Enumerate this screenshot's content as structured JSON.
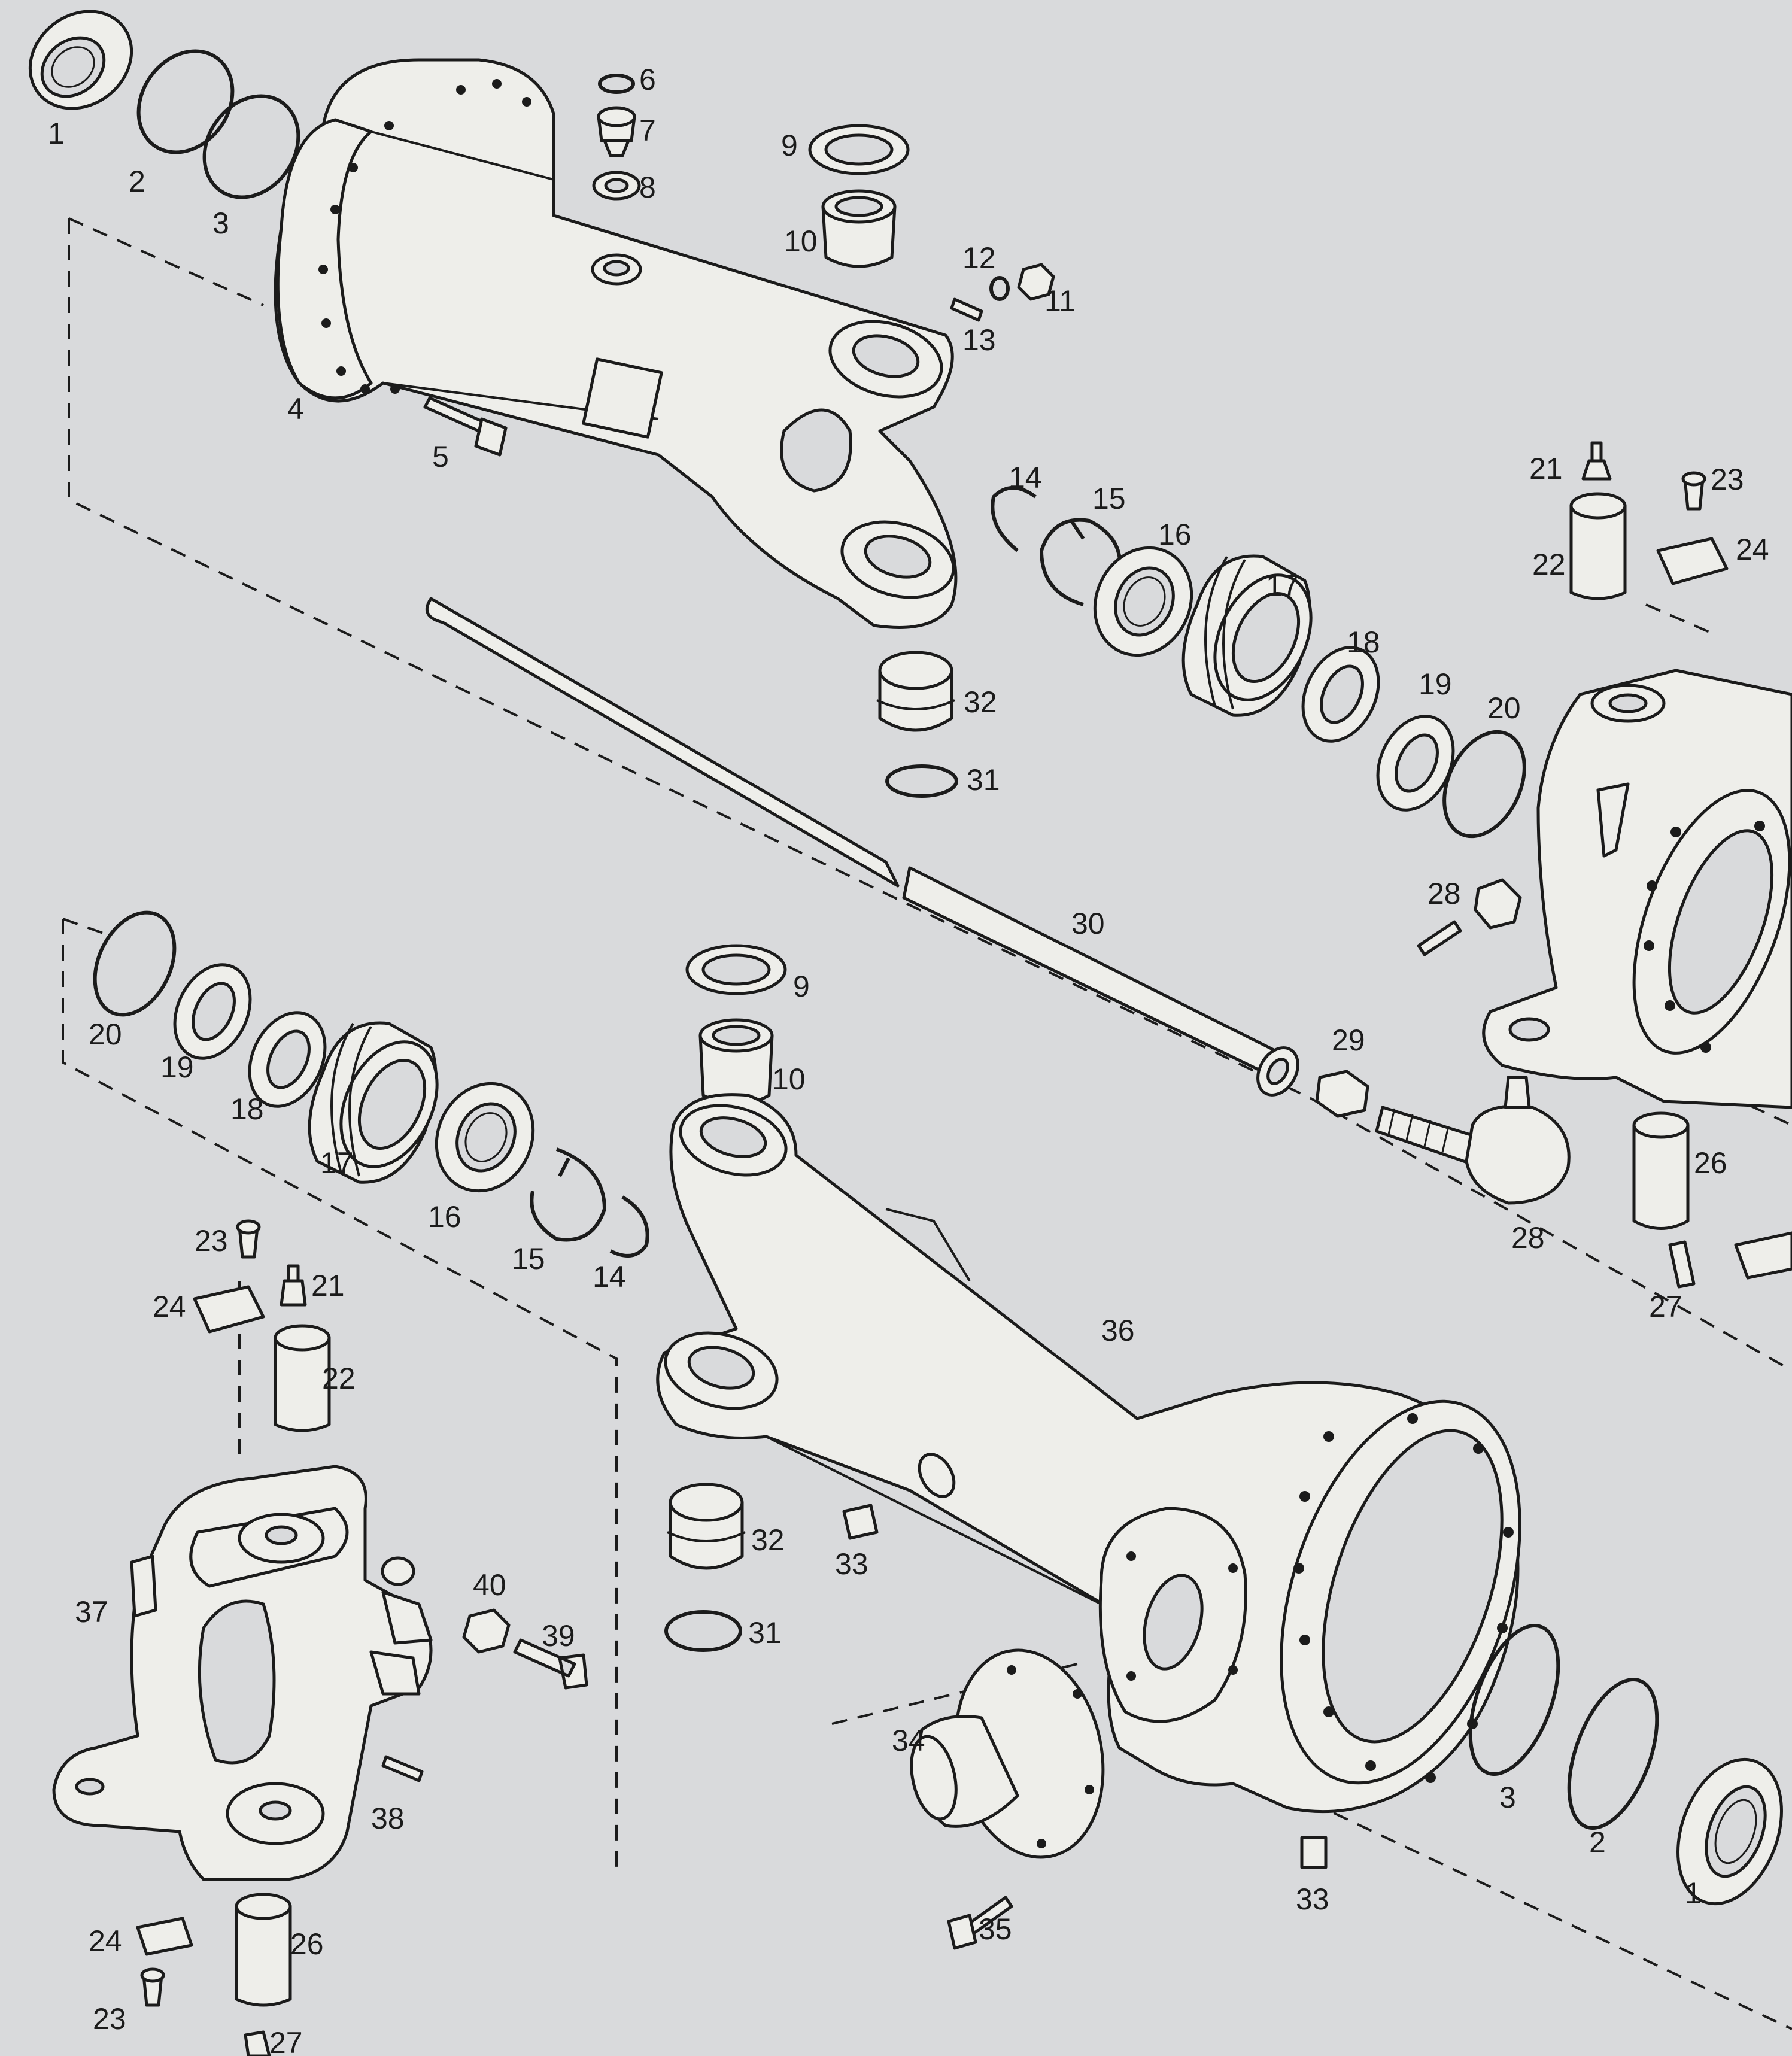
{
  "diagram_type": "exploded-parts-view",
  "colors": {
    "paper": "#d9dadc",
    "ink": "#1b1b1b",
    "part_fill": "#eeeeea"
  },
  "callouts": [
    {
      "id": "c1a",
      "text": "1"
    },
    {
      "id": "c2a",
      "text": "2"
    },
    {
      "id": "c3a",
      "text": "3"
    },
    {
      "id": "c4",
      "text": "4"
    },
    {
      "id": "c5",
      "text": "5"
    },
    {
      "id": "c6",
      "text": "6"
    },
    {
      "id": "c7",
      "text": "7"
    },
    {
      "id": "c8",
      "text": "8"
    },
    {
      "id": "c9a",
      "text": "9"
    },
    {
      "id": "c10a",
      "text": "10"
    },
    {
      "id": "c12",
      "text": "12"
    },
    {
      "id": "c11",
      "text": "11"
    },
    {
      "id": "c13",
      "text": "13"
    },
    {
      "id": "c14a",
      "text": "14"
    },
    {
      "id": "c15a",
      "text": "15"
    },
    {
      "id": "c16a",
      "text": "16"
    },
    {
      "id": "c17a",
      "text": "17"
    },
    {
      "id": "c18a",
      "text": "18"
    },
    {
      "id": "c19a",
      "text": "19"
    },
    {
      "id": "c20a",
      "text": "20"
    },
    {
      "id": "c21a",
      "text": "21"
    },
    {
      "id": "c22a",
      "text": "22"
    },
    {
      "id": "c23a",
      "text": "23"
    },
    {
      "id": "c24a",
      "text": "24"
    },
    {
      "id": "c32a",
      "text": "32"
    },
    {
      "id": "c31a",
      "text": "31"
    },
    {
      "id": "c28a",
      "text": "28"
    },
    {
      "id": "c30",
      "text": "30"
    },
    {
      "id": "c9b",
      "text": "9"
    },
    {
      "id": "c10b",
      "text": "10"
    },
    {
      "id": "c29",
      "text": "29"
    },
    {
      "id": "c28b",
      "text": "28"
    },
    {
      "id": "c26a",
      "text": "26"
    },
    {
      "id": "c27a",
      "text": "27"
    },
    {
      "id": "c20b",
      "text": "20"
    },
    {
      "id": "c19b",
      "text": "19"
    },
    {
      "id": "c18b",
      "text": "18"
    },
    {
      "id": "c17b",
      "text": "17"
    },
    {
      "id": "c16b",
      "text": "16"
    },
    {
      "id": "c15b",
      "text": "15"
    },
    {
      "id": "c14b",
      "text": "14"
    },
    {
      "id": "c23b",
      "text": "23"
    },
    {
      "id": "c24b",
      "text": "24"
    },
    {
      "id": "c21b",
      "text": "21"
    },
    {
      "id": "c22b",
      "text": "22"
    },
    {
      "id": "c36",
      "text": "36"
    },
    {
      "id": "c32b",
      "text": "32"
    },
    {
      "id": "c33a",
      "text": "33"
    },
    {
      "id": "c31b",
      "text": "31"
    },
    {
      "id": "c40",
      "text": "40"
    },
    {
      "id": "c39",
      "text": "39"
    },
    {
      "id": "c37",
      "text": "37"
    },
    {
      "id": "c38",
      "text": "38"
    },
    {
      "id": "c34",
      "text": "34"
    },
    {
      "id": "c3b",
      "text": "3"
    },
    {
      "id": "c2b",
      "text": "2"
    },
    {
      "id": "c1b",
      "text": "1"
    },
    {
      "id": "c33b",
      "text": "33"
    },
    {
      "id": "c35",
      "text": "35"
    },
    {
      "id": "c24c",
      "text": "24"
    },
    {
      "id": "c26b",
      "text": "26"
    },
    {
      "id": "c23c",
      "text": "23"
    },
    {
      "id": "c27b",
      "text": "27"
    }
  ]
}
